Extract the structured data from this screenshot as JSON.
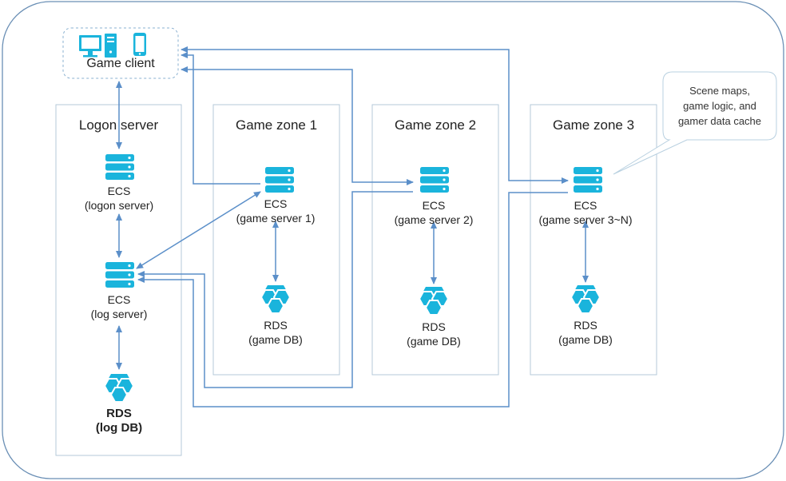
{
  "client": {
    "label": "Game client",
    "icons": [
      "desktop-pc-icon",
      "tower-server-icon",
      "mobile-phone-icon"
    ]
  },
  "zones": [
    {
      "title": "Logon server"
    },
    {
      "title": "Game zone 1"
    },
    {
      "title": "Game zone 2"
    },
    {
      "title": "Game zone 3"
    }
  ],
  "nodes": {
    "logon_ecs": {
      "line1": "ECS",
      "line2": "(logon server)"
    },
    "log_ecs": {
      "line1": "ECS",
      "line2": "(log server)"
    },
    "log_rds": {
      "line1": "RDS",
      "line2": "(log DB)"
    },
    "gs1_ecs": {
      "line1": "ECS",
      "line2": "(game server 1)"
    },
    "gs1_rds": {
      "line1": "RDS",
      "line2": "(game DB)"
    },
    "gs2_ecs": {
      "line1": "ECS",
      "line2": "(game server 2)"
    },
    "gs2_rds": {
      "line1": "RDS",
      "line2": "(game DB)"
    },
    "gs3_ecs": {
      "line1": "ECS",
      "line2": "(game server 3~N)"
    },
    "gs3_rds": {
      "line1": "RDS",
      "line2": "(game DB)"
    }
  },
  "callout": {
    "line1": "Scene maps,",
    "line2": "game logic, and",
    "line3": "gamer data cache"
  },
  "colors": {
    "icon": "#1ab4dc",
    "arrow": "#5b8fc9",
    "frame": "#6a8fb5",
    "zone_border": "#b4c9d9"
  }
}
